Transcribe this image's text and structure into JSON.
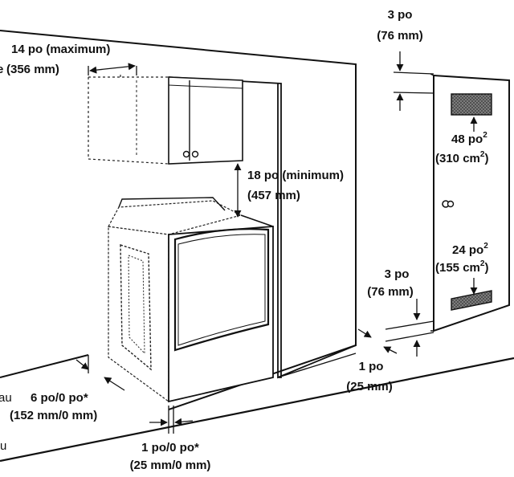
{
  "labels": {
    "top_clearance": {
      "line1": "3 po",
      "line2": "(76 mm)"
    },
    "cabinet_depth": {
      "line1": "14 po (maximum)",
      "line2_prefix": "e",
      "line2": "(356 mm)"
    },
    "vent_top": {
      "line1": "48 po",
      "sup1": "2",
      "line2": "(310 cm",
      "sup2": "2",
      "line2_end": ")"
    },
    "cabinet_above": {
      "line1": "18 po (minimum)",
      "line2": "(457 mm)"
    },
    "vent_bottom": {
      "line1": "24 po",
      "sup1": "2",
      "line2": "(155 cm",
      "sup2": "2",
      "line2_end": ")"
    },
    "bottom_clearance": {
      "line1": "3 po",
      "line2": "(76 mm)"
    },
    "door_clearance": {
      "line1": "1 po",
      "line2": "(25 mm)"
    },
    "side_clearance": {
      "prefix": "au",
      "line1": "6 po/0 po*",
      "line2": "(152 mm/0 mm)"
    },
    "side_gap": {
      "line1": "1 po/0 po*",
      "line2": "(25 mm/0 mm)"
    },
    "edge_fragment": "u"
  }
}
